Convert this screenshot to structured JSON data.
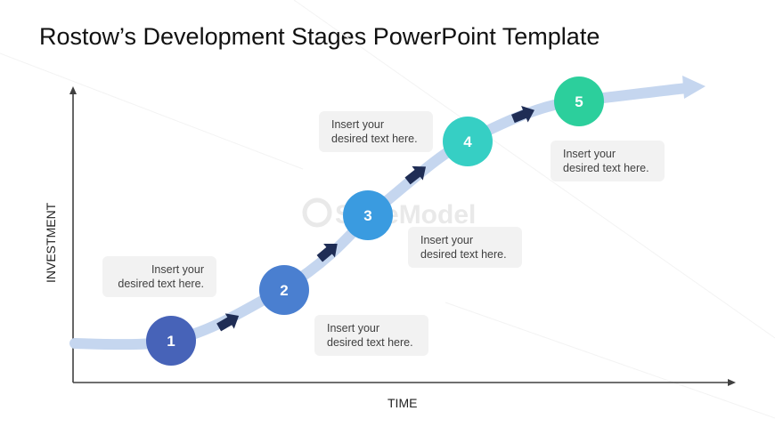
{
  "title": "Rostow’s Development Stages PowerPoint Template",
  "axes": {
    "x_label": "TIME",
    "y_label": "INVESTMENT"
  },
  "watermark": "SlideModel",
  "stages": [
    {
      "number": "1",
      "color": "#4763b8"
    },
    {
      "number": "2",
      "color": "#4a7fd0"
    },
    {
      "number": "3",
      "color": "#3a9be0"
    },
    {
      "number": "4",
      "color": "#36cfc4"
    },
    {
      "number": "5",
      "color": "#2ccf9c"
    }
  ],
  "callouts": [
    {
      "line1": "Insert your",
      "line2": "desired text here."
    },
    {
      "line1": "Insert your",
      "line2": "desired text here."
    },
    {
      "line1": "Insert your",
      "line2": "desired text here."
    },
    {
      "line1": "Insert your",
      "line2": "desired text here."
    },
    {
      "line1": "Insert your",
      "line2": "desired text here."
    }
  ],
  "colors": {
    "curve": "#c5d6ef",
    "arrow": "#1f2d55",
    "axis": "#404040",
    "callout_bg": "#f2f2f2"
  }
}
